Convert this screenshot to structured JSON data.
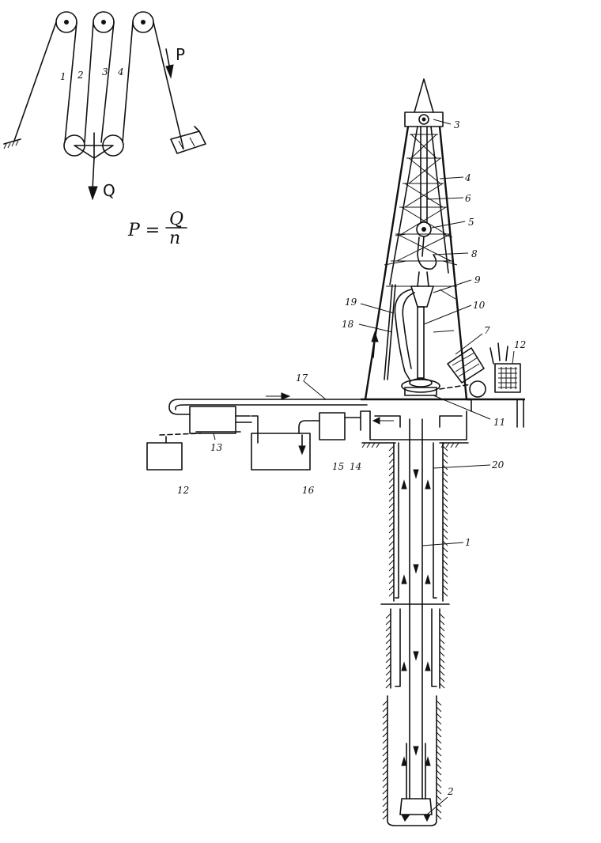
{
  "inset": {
    "line_numbers": [
      "1",
      "2",
      "3",
      "4"
    ],
    "pull_label": "P",
    "load_label": "Q",
    "formula_left": "P =",
    "formula_num": "Q",
    "formula_den": "n"
  },
  "callouts": [
    {
      "id": "1",
      "text": "1"
    },
    {
      "id": "2",
      "text": "2"
    },
    {
      "id": "3",
      "text": "3"
    },
    {
      "id": "4",
      "text": "4"
    },
    {
      "id": "5",
      "text": "5"
    },
    {
      "id": "6",
      "text": "6"
    },
    {
      "id": "7",
      "text": "7"
    },
    {
      "id": "8",
      "text": "8"
    },
    {
      "id": "9",
      "text": "9"
    },
    {
      "id": "10",
      "text": "10"
    },
    {
      "id": "11",
      "text": "11"
    },
    {
      "id": "12a",
      "text": "12"
    },
    {
      "id": "12b",
      "text": "12"
    },
    {
      "id": "13",
      "text": "13"
    },
    {
      "id": "14",
      "text": "14"
    },
    {
      "id": "15",
      "text": "15"
    },
    {
      "id": "16",
      "text": "16"
    },
    {
      "id": "17",
      "text": "17"
    },
    {
      "id": "18",
      "text": "18"
    },
    {
      "id": "19",
      "text": "19"
    },
    {
      "id": "20",
      "text": "20"
    }
  ]
}
